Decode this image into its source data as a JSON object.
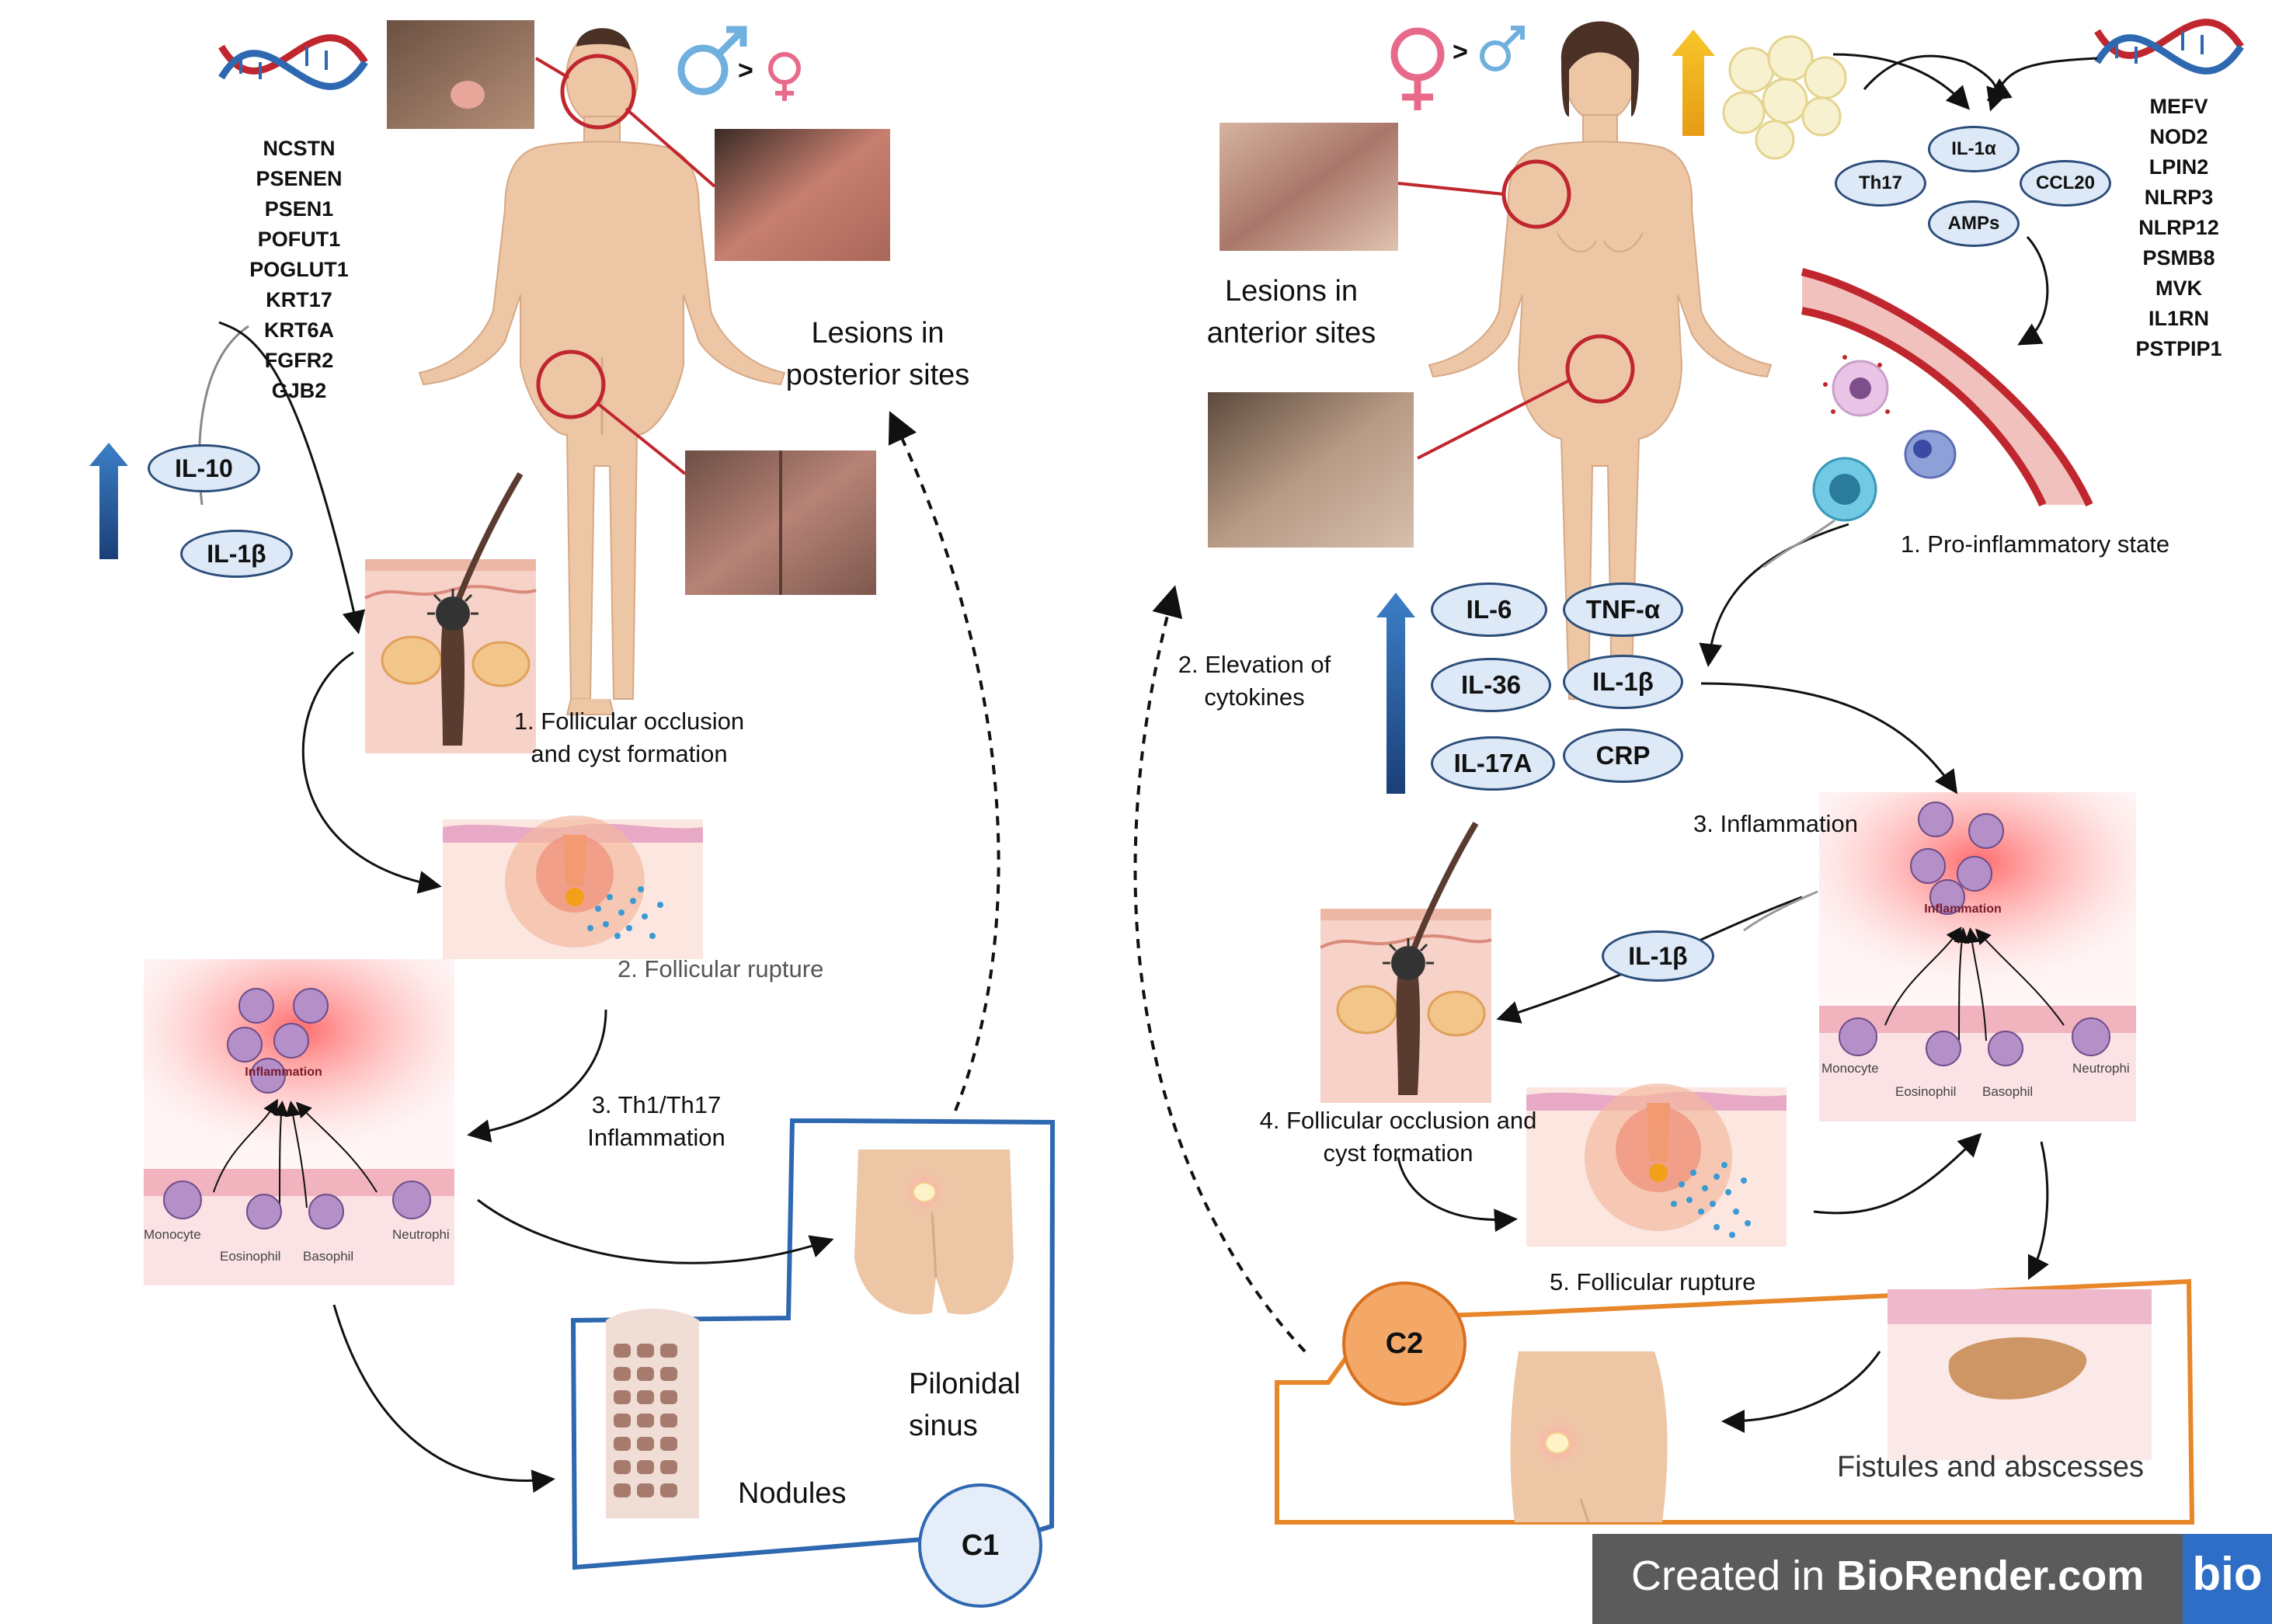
{
  "left": {
    "genes": [
      "NCSTN",
      "PSENEN",
      "PSEN1",
      "POFUT1",
      "POGLUT1",
      "KRT17",
      "KRT6A",
      "FGFR2",
      "GJB2"
    ],
    "sex_ratio": ">",
    "cytokines": [
      "IL-10",
      "IL-1β"
    ],
    "lesions_label": "Lesions in posterior sites",
    "steps": {
      "s1": "1. Follicular occlusion and cyst formation",
      "s2": "2. Follicular rupture",
      "s3": "3. Th1/Th17 Inflammation"
    },
    "cells": [
      "Monocyte",
      "Eosinophil",
      "Basophil",
      "Neutrophi"
    ],
    "inflammation_label": "Inflammation",
    "c1": {
      "badge": "C1",
      "pilonidal": "Pilonidal sinus",
      "nodules": "Nodules"
    }
  },
  "right": {
    "genes": [
      "MEFV",
      "NOD2",
      "LPIN2",
      "NLRP3",
      "NLRP12",
      "PSMB8",
      "MVK",
      "IL1RN",
      "PSTPIP1"
    ],
    "sex_ratio": ">",
    "mediators": [
      "IL-1α",
      "Th17",
      "CCL20",
      "AMPs"
    ],
    "lesions_label": "Lesions in anterior sites",
    "steps": {
      "s1": "1. Pro-inflammatory state",
      "s2": "2. Elevation of cytokines",
      "s3": "3. Inflammation",
      "s4": "4. Follicular occlusion and cyst formation",
      "s5": "5. Follicular rupture"
    },
    "cytokines": [
      "IL-6",
      "TNF-α",
      "IL-36",
      "IL-1β",
      "IL-17A",
      "CRP"
    ],
    "il1b_arrow": "IL-1β",
    "cells": [
      "Monocyte",
      "Eosinophil",
      "Basophil",
      "Neutrophi"
    ],
    "inflammation_label": "Inflammation",
    "c2": {
      "badge": "C2",
      "fistules": "Fistules and abscesses"
    }
  },
  "footer": {
    "created": "Created in ",
    "brand": "BioRender.com",
    "logo": "bio"
  },
  "colors": {
    "blue": "#2d68b0",
    "orange": "#e8862a",
    "navy": "#2c4d7a",
    "red": "#c0262d",
    "skin": "#ecc6a5"
  }
}
